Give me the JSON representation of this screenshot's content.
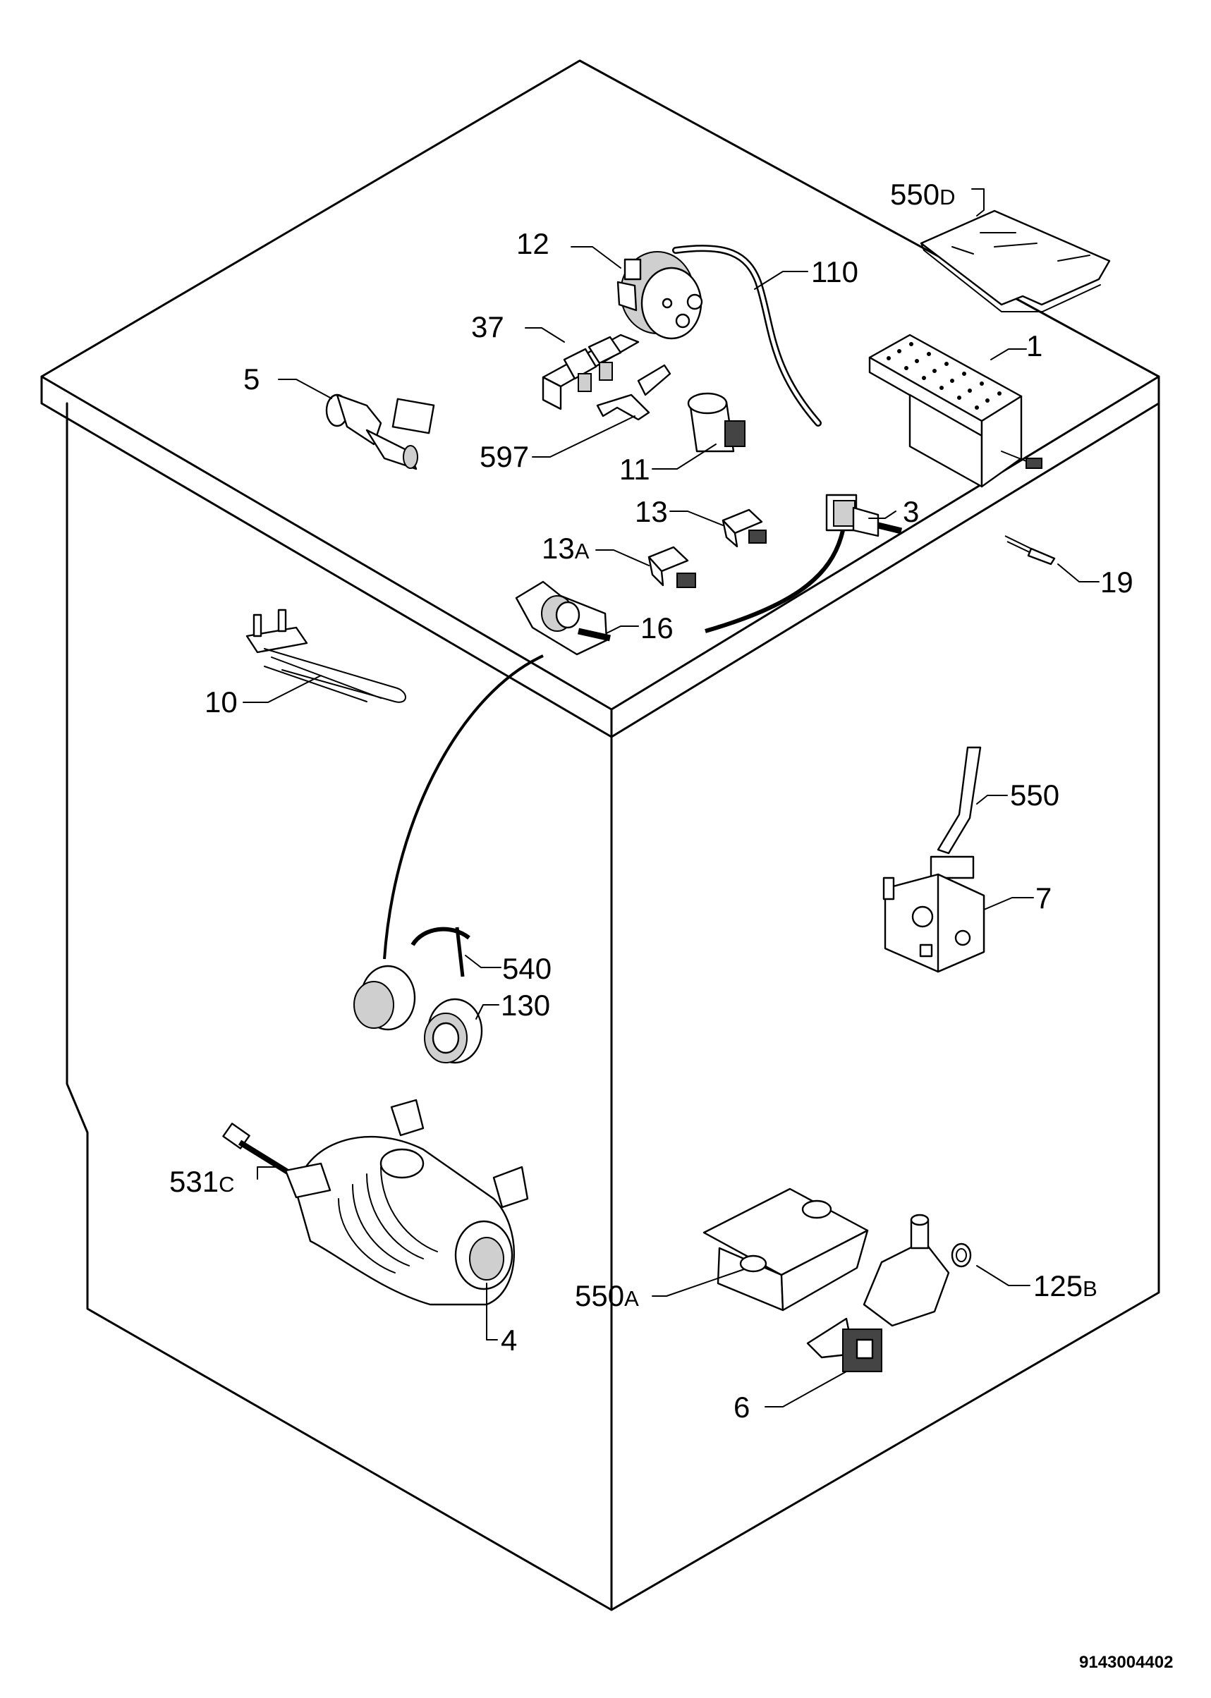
{
  "labels": {
    "l1": "1",
    "l3": "3",
    "l4": "4",
    "l5": "5",
    "l6": "6",
    "l7": "7",
    "l10": "10",
    "l11": "11",
    "l12": "12",
    "l13": "13",
    "l13a_num": "13",
    "l13a_suf": "A",
    "l16": "16",
    "l19": "19",
    "l37": "37",
    "l110": "110",
    "l125b_num": "125",
    "l125b_suf": "B",
    "l130": "130",
    "l531c_num": "531",
    "l531c_suf": "C",
    "l540": "540",
    "l550": "550",
    "l550a_num": "550",
    "l550a_suf": "A",
    "l550d_num": "550",
    "l550d_suf": "D",
    "l597": "597"
  },
  "drawing_code": "9143004402"
}
